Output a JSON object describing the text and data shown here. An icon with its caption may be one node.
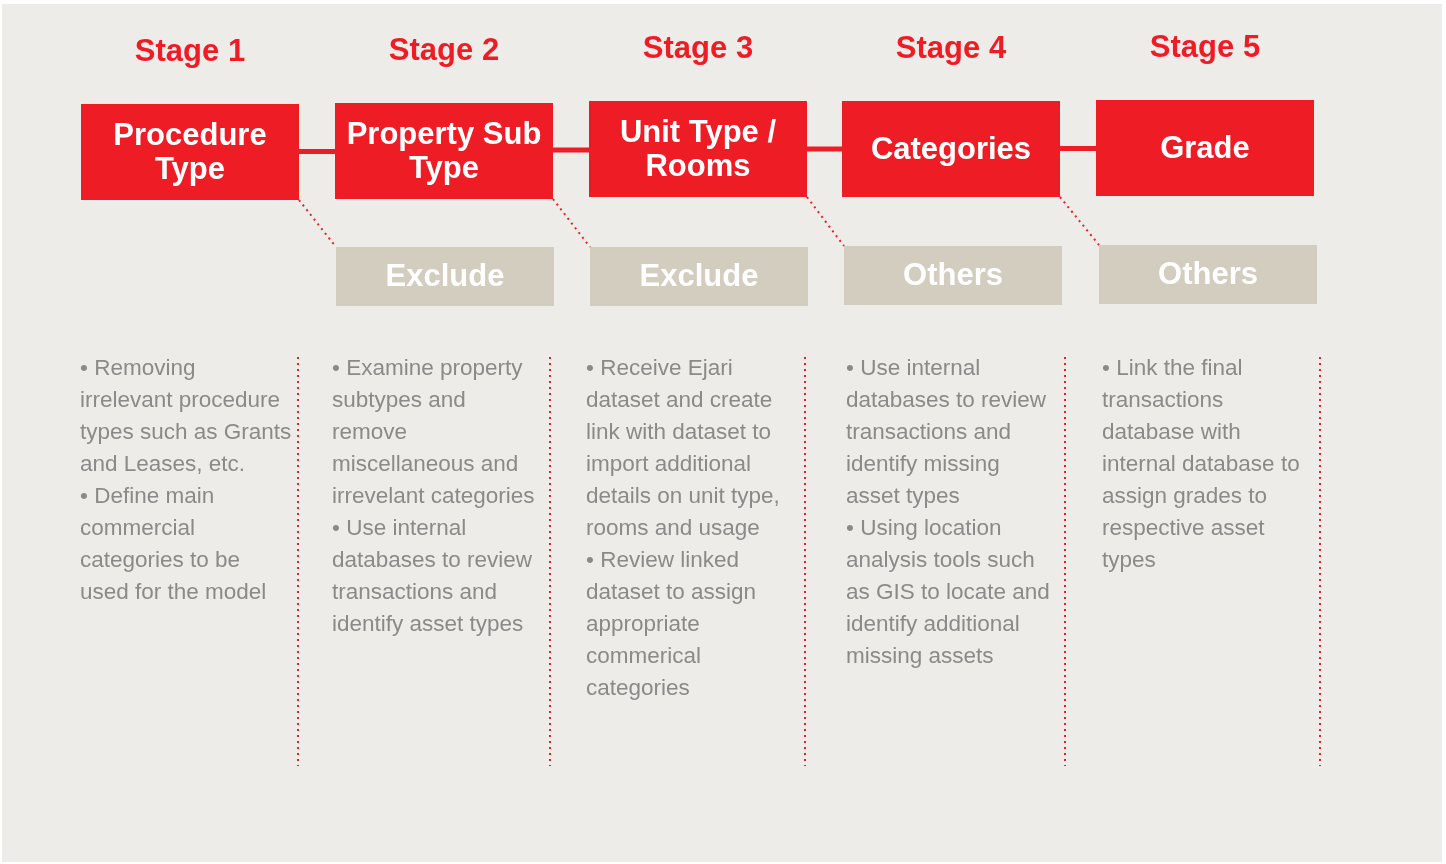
{
  "diagram": {
    "nodes": [
      {
        "text": [
          "Stage 1",
          "Procedure Type"
        ]
      },
      {
        "text": [
          "Stage 2",
          "Property Sub Type"
        ]
      },
      {
        "text": [
          "Stage 3",
          "Unit Type / Rooms"
        ]
      },
      {
        "text": [
          "Stage 4",
          "Categories"
        ]
      },
      {
        "text": [
          "Stage 5",
          "Grade"
        ]
      },
      {
        "text": [
          "Exclude"
        ]
      },
      {
        "text": [
          "Exclude"
        ]
      },
      {
        "text": [
          "Others"
        ]
      },
      {
        "text": [
          "Others"
        ]
      }
    ],
    "edges": [
      {
        "from": 0,
        "to": 1,
        "arrow": "none",
        "style": "thick"
      },
      {
        "from": 1,
        "to": 2,
        "arrow": "none",
        "style": "thick"
      },
      {
        "from": 2,
        "to": 3,
        "arrow": "none",
        "style": "thick"
      },
      {
        "from": 3,
        "to": 4,
        "arrow": "none",
        "style": "thick"
      },
      {
        "from": 0,
        "to": 5,
        "arrow": "none",
        "style": "dashed"
      },
      {
        "from": 1,
        "to": 6,
        "arrow": "none",
        "style": "dashed"
      },
      {
        "from": 2,
        "to": 7,
        "arrow": "none",
        "style": "dashed"
      },
      {
        "from": 3,
        "to": 8,
        "arrow": "none",
        "style": "dashed"
      }
    ],
    "labels": [
      "• Removing irrelevant procedure types such as Grants and Leases, etc.",
      "• Define main commercial categories to be used for the model",
      "• Examine property subtypes and remove miscellaneous and irrevelant categories",
      "• Use internal databases to review transactions and identify asset types",
      "• Receive Ejari dataset and create link with dataset to import additional details on unit type, rooms and usage",
      "• Review linked dataset to assign appropriate commerical categories",
      "• Use internal databases to review transactions and identify missing asset types",
      "• Using location analysis tools such as GIS to locate and identify additional missing assets",
      "• Link the final transactions database with internal database to assign grades to respective asset types"
    ]
  }
}
